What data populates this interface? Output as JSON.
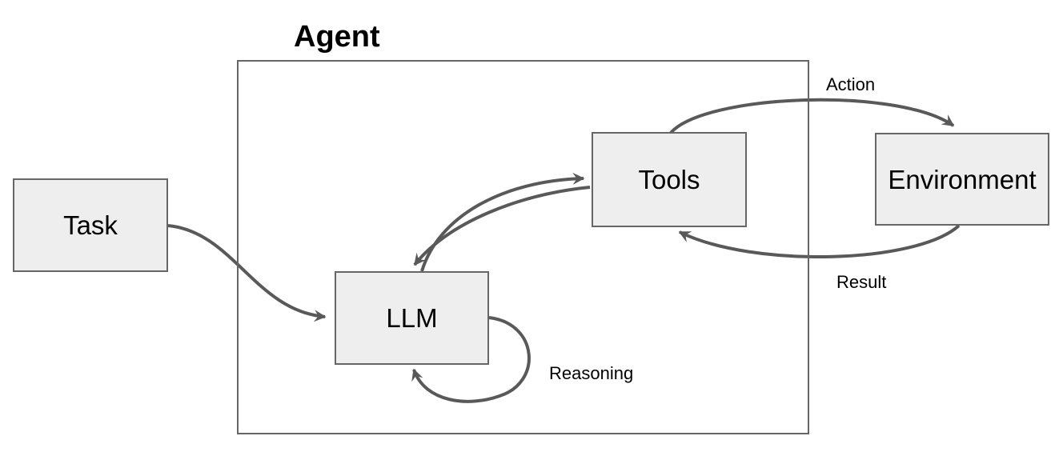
{
  "diagram": {
    "title": "Agent",
    "nodes": [
      {
        "id": "task",
        "label": "Task"
      },
      {
        "id": "llm",
        "label": "LLM"
      },
      {
        "id": "tools",
        "label": "Tools"
      },
      {
        "id": "environment",
        "label": "Environment"
      }
    ],
    "edges": [
      {
        "id": "task-to-llm",
        "from": "Task",
        "to": "LLM",
        "label": ""
      },
      {
        "id": "llm-to-tools",
        "from": "LLM",
        "to": "Tools",
        "label": ""
      },
      {
        "id": "tools-to-llm",
        "from": "Tools",
        "to": "LLM",
        "label": ""
      },
      {
        "id": "llm-self-loop",
        "from": "LLM",
        "to": "LLM",
        "label": "Reasoning"
      },
      {
        "id": "tools-to-environment",
        "from": "Tools",
        "to": "Environment",
        "label": "Action"
      },
      {
        "id": "environment-to-tools",
        "from": "Environment",
        "to": "Tools",
        "label": "Result"
      }
    ],
    "colors": {
      "node_fill": "#eeeeee",
      "node_border": "#666666",
      "edge": "#595959",
      "text": "#000000",
      "background": "#ffffff"
    }
  }
}
